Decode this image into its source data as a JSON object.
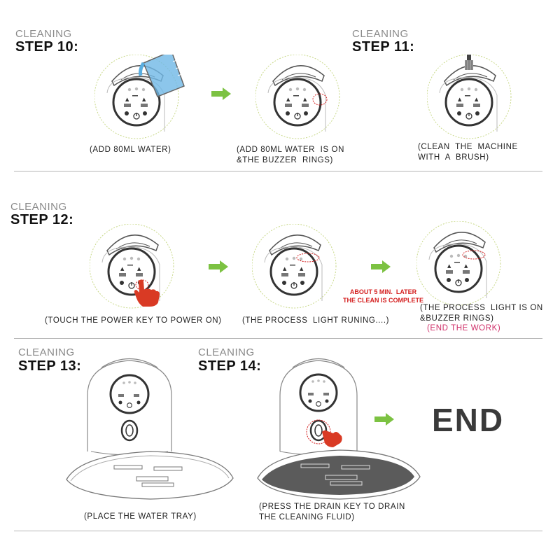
{
  "steps": {
    "s10": {
      "cleaning": "CLEANING",
      "step": "STEP 10:"
    },
    "s11": {
      "cleaning": "CLEANING",
      "step": "STEP 11:"
    },
    "s12": {
      "cleaning": "CLEANING",
      "step": "STEP 12:"
    },
    "s13": {
      "cleaning": "CLEANING",
      "step": "STEP 13:"
    },
    "s14": {
      "cleaning": "CLEANING",
      "step": "STEP 14:"
    }
  },
  "captions": {
    "add_water": "(ADD 80ML WATER)",
    "water_on": "(ADD 80ML WATER  IS ON\n&THE BUZZER  RINGS)",
    "brush": "(CLEAN  THE  MACHINE\nWITH  A  BRUSH)",
    "power_on": "(TOUCH THE POWER KEY TO POWER ON)",
    "light_running": "(THE PROCESS  LIGHT RUNING....)",
    "light_on": "(THE PROCESS  LIGHT IS ON\n&BUZZER RINGS)",
    "end_work": "(END THE WORK)",
    "about_5min": "ABOUT 5 MIN.  LATER\nTHE CLEAN IS COMPLETE",
    "water_tray": "(PLACE THE WATER TRAY)",
    "drain": "(PRESS THE DRAIN KEY TO DRAIN\nTHE CLEANING FLUID)"
  },
  "end_label": "END",
  "colors": {
    "arrow": "#7cc242",
    "red": "#d42020",
    "pink": "#d0306a",
    "circle": "#c9d98a"
  },
  "icons": [
    "measuring-cup-icon",
    "brush-icon",
    "hand-pointer-icon",
    "arrow-right-icon"
  ]
}
